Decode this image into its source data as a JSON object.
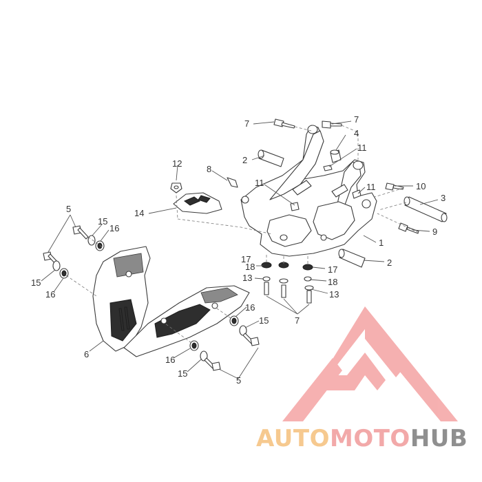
{
  "callouts": {
    "c1": "1",
    "c2a": "2",
    "c2b": "2",
    "c3": "3",
    "c4": "4",
    "c5a": "5",
    "c5b": "5",
    "c6": "6",
    "c7a": "7",
    "c7b": "7",
    "c7c": "7",
    "c8": "8",
    "c9": "9",
    "c10": "10",
    "c11a": "11",
    "c11b": "11",
    "c11c": "11",
    "c12": "12",
    "c13a": "13",
    "c13b": "13",
    "c14": "14",
    "c15a": "15",
    "c15b": "15",
    "c15c": "15",
    "c15d": "15",
    "c16a": "16",
    "c16b": "16",
    "c16c": "16",
    "c16d": "16",
    "c17a": "17",
    "c17b": "17",
    "c18a": "18",
    "c18b": "18"
  },
  "watermark": {
    "word1": "AUTO",
    "word2": "MOTO",
    "word3": "HUB",
    "color_auto": "#f6c98f",
    "color_moto": "#f2a9a9",
    "color_hub": "#8f8f8f",
    "mark_color": "#f4a3a3"
  }
}
